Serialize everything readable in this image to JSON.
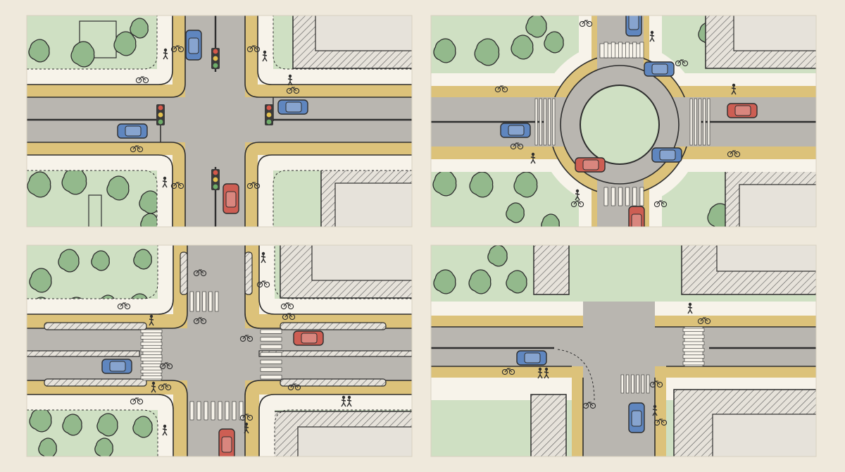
{
  "colors": {
    "paper": "#efe9dc",
    "grass": "#cfe0c3",
    "tree": "#93b98c",
    "sidewalk": "#f7f3ea",
    "bikelane": "#dcc27a",
    "road": "#b9b6b0",
    "ink": "#2e2e2e",
    "building": "#e6e2da",
    "car_blue": "#5f86bf",
    "car_red": "#cd5e53",
    "light_red": "#d5584a",
    "light_yellow": "#e2c04f",
    "light_green": "#6fae6a"
  },
  "panels": [
    {
      "name": "panel-signalized-intersection",
      "design": "signalized"
    },
    {
      "name": "panel-roundabout",
      "design": "roundabout"
    },
    {
      "name": "panel-protected-intersection",
      "design": "protected"
    },
    {
      "name": "panel-t-intersection",
      "design": "t-junction"
    }
  ]
}
